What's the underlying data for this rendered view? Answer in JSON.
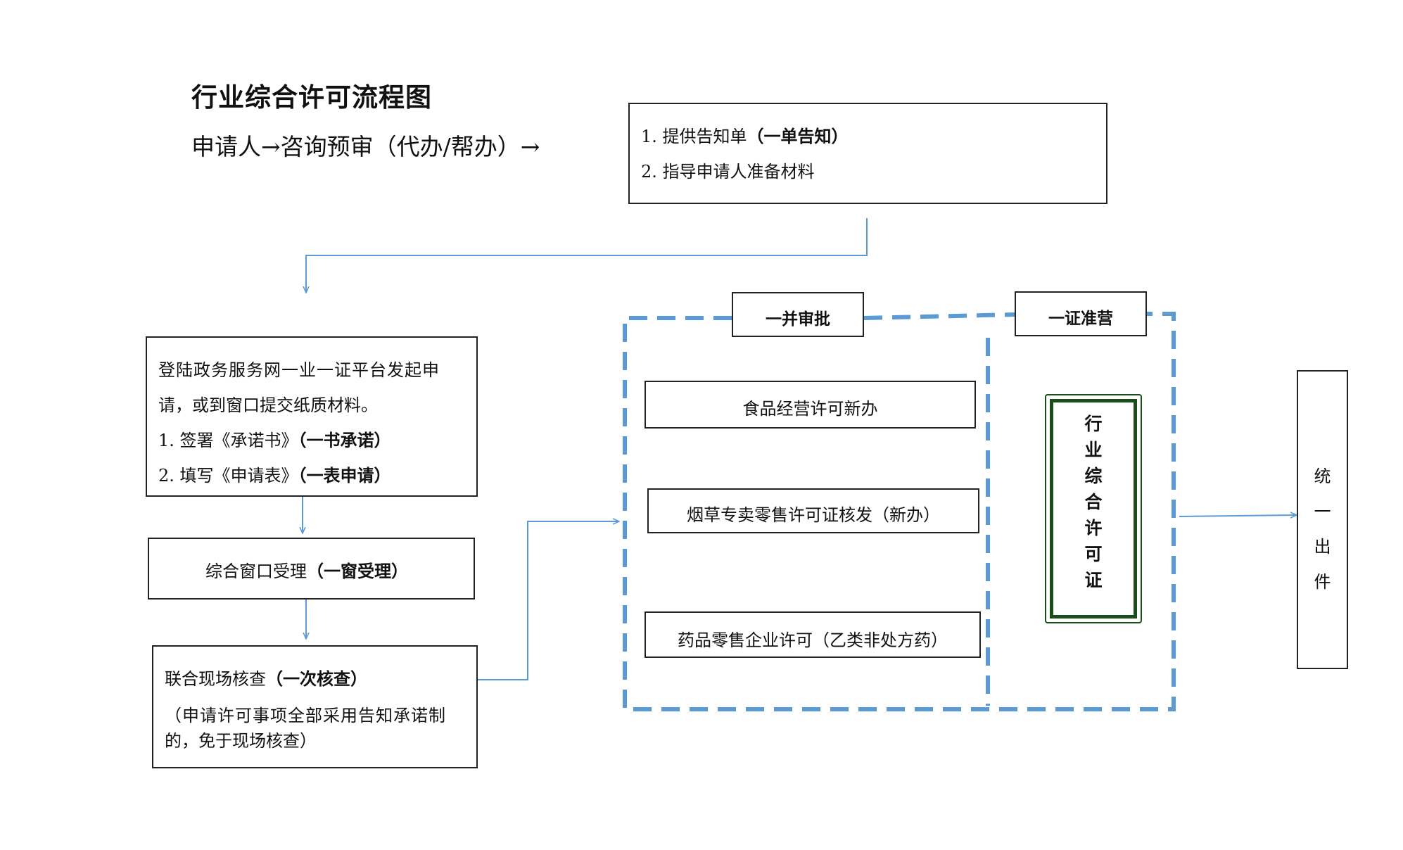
{
  "title": "行业综合许可流程图",
  "applicant_flow": "申请人→咨询预审（代办/帮办）→",
  "notice_box": {
    "item1_text": "1.  提供告知单",
    "item1_bold": "（一单告知）",
    "item2_text": "2.  指导申请人准备材料"
  },
  "apply_box": {
    "line1": "登陆政务服务网一业一证平台发起申",
    "line2": "请，或到窗口提交纸质材料。",
    "item1_text": "1.  签署《承诺书》",
    "item1_bold": "（一书承诺）",
    "item2_text": "2.  填写《申请表》",
    "item2_bold": "（一表申请）"
  },
  "window_box": {
    "text": "综合窗口受理",
    "bold": "（一窗受理）"
  },
  "inspect_box": {
    "text": "联合现场核查",
    "bold": "（一次核查）",
    "note_line1": "（申请许可事项全部采用告知承诺制",
    "note_line2": "的，免于现场核查）"
  },
  "parallel_label": "一并审批",
  "license_label": "一证准营",
  "permits": [
    "食品经营许可新办",
    "烟草专卖零售许可证核发（新办）",
    "药品零售企业许可（乙类非处方药）"
  ],
  "license_card": [
    "行",
    "业",
    "综",
    "合",
    "许",
    "可",
    "证"
  ],
  "output_box": [
    "统",
    "一",
    "出",
    "件"
  ],
  "colors": {
    "connector": "#5b9bd5",
    "dashed_border": "#5b9bd5",
    "license_border": "#1a4d1a"
  }
}
